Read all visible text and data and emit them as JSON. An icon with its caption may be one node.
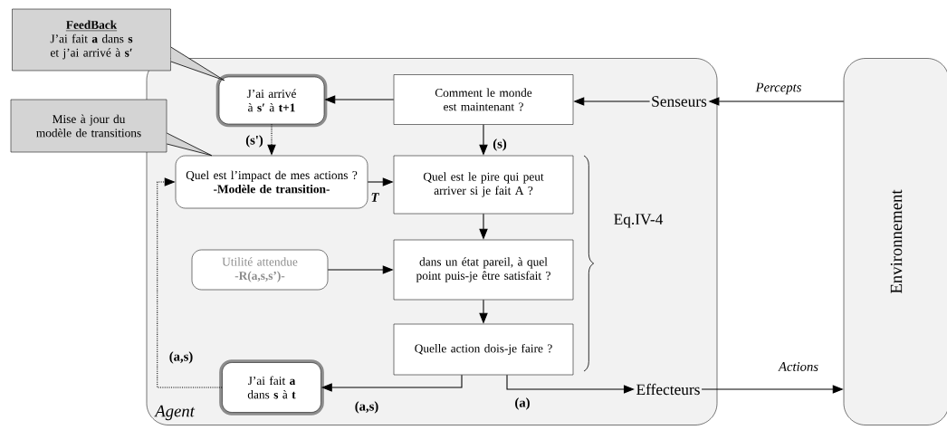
{
  "diagram": {
    "nodes": [
      {
        "text": [
          "Agent"
        ]
      },
      {
        "text": [
          "Environnement"
        ]
      },
      {
        "text": [
          "Senseurs"
        ],
        "in": 0
      },
      {
        "text": [
          "Comment le monde est maintenant ?"
        ],
        "in": 0
      },
      {
        "text": [
          "J’ai arrivé à **s′** à **t+1**"
        ],
        "in": 0
      },
      {
        "text": [
          "Quel est l’impact de mes actions ?",
          "-Modèle de transition-"
        ],
        "in": 0
      },
      {
        "text": [
          "Quel est le pire qui peut arriver si je fait A ?"
        ],
        "in": 0
      },
      {
        "text": [
          "Utilité attendue",
          "-R(a,s,s’)-"
        ],
        "in": 0
      },
      {
        "text": [
          "dans un état pareil, à quel point puis-je être satisfait ?"
        ],
        "in": 0
      },
      {
        "text": [
          "Quelle action dois-je faire ?"
        ],
        "in": 0
      },
      {
        "text": [
          "J’ai fait **a** dans **s** à **t**"
        ],
        "in": 0
      },
      {
        "text": [
          "Effecteurs"
        ],
        "in": 0
      },
      {
        "text": [
          "FeedBack",
          "J’ai fait **a** dans **s** et j’ai arrivé à **s′**"
        ]
      },
      {
        "text": [
          "Mise à jour du modèle de transitions"
        ]
      }
    ],
    "edges": [
      {
        "from": 1,
        "to": 2,
        "arrow": "to",
        "label": "Percepts"
      },
      {
        "from": 2,
        "to": 3,
        "arrow": "to"
      },
      {
        "from": 3,
        "to": 4,
        "arrow": "to"
      },
      {
        "from": 3,
        "to": 6,
        "arrow": "to",
        "label": "(s)"
      },
      {
        "from": 4,
        "to": 5,
        "arrow": "to",
        "label": "(s')",
        "style": "dashed"
      },
      {
        "from": 5,
        "to": 6,
        "arrow": "to",
        "label": "T"
      },
      {
        "from": 6,
        "to": 8,
        "arrow": "to"
      },
      {
        "from": 7,
        "to": 8,
        "arrow": "to"
      },
      {
        "from": 8,
        "to": 9,
        "arrow": "to"
      },
      {
        "from": 9,
        "to": 10,
        "arrow": "to",
        "label": "(a,s)"
      },
      {
        "from": 9,
        "to": 11,
        "arrow": "to",
        "label": "(a)"
      },
      {
        "from": 11,
        "to": 1,
        "arrow": "to",
        "label": "Actions"
      },
      {
        "from": 10,
        "to": 5,
        "arrow": "to",
        "label": "(a,s)",
        "style": "dashed"
      },
      {
        "from": 12,
        "to": 4,
        "arrow": "none"
      },
      {
        "from": 13,
        "to": 5,
        "arrow": "none"
      }
    ],
    "labels": [
      "Eq.IV-4"
    ]
  }
}
